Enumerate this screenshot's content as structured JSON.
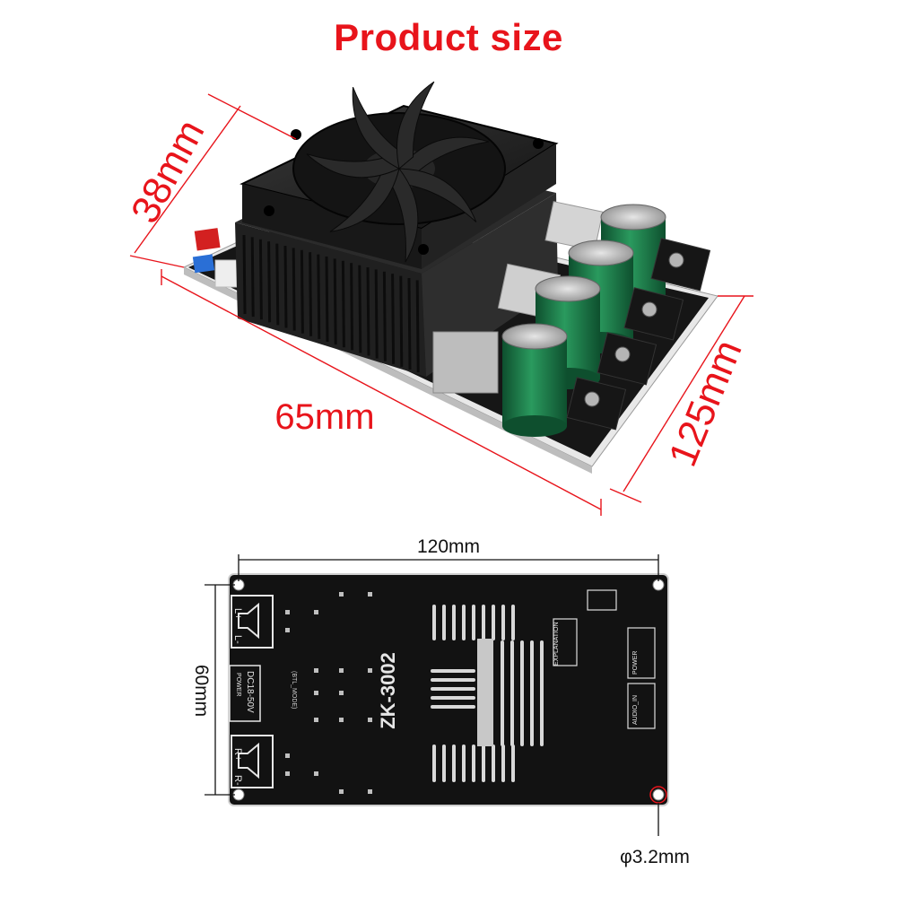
{
  "title": "Product size",
  "dimensions": {
    "height": "38mm",
    "width": "65mm",
    "length": "125mm",
    "board_length": "120mm",
    "board_width": "60mm",
    "hole": "φ3.2mm"
  },
  "board": {
    "model": "ZK-3002",
    "power_label": "DC18-50V",
    "power_title": "POWER",
    "left_plus": "L+",
    "left_minus": "L-",
    "right_plus": "R+",
    "right_minus": "R-",
    "explanation": "EXPLANATION",
    "audio_in": "AUDIO_IN",
    "power_right": "POWER",
    "btl_mode": "(BTL_MODE)"
  },
  "colors": {
    "accent": "#e8141b",
    "board": "#121212",
    "heatsink": "#1a1a1a",
    "capacitor": "#1f7a4a"
  }
}
